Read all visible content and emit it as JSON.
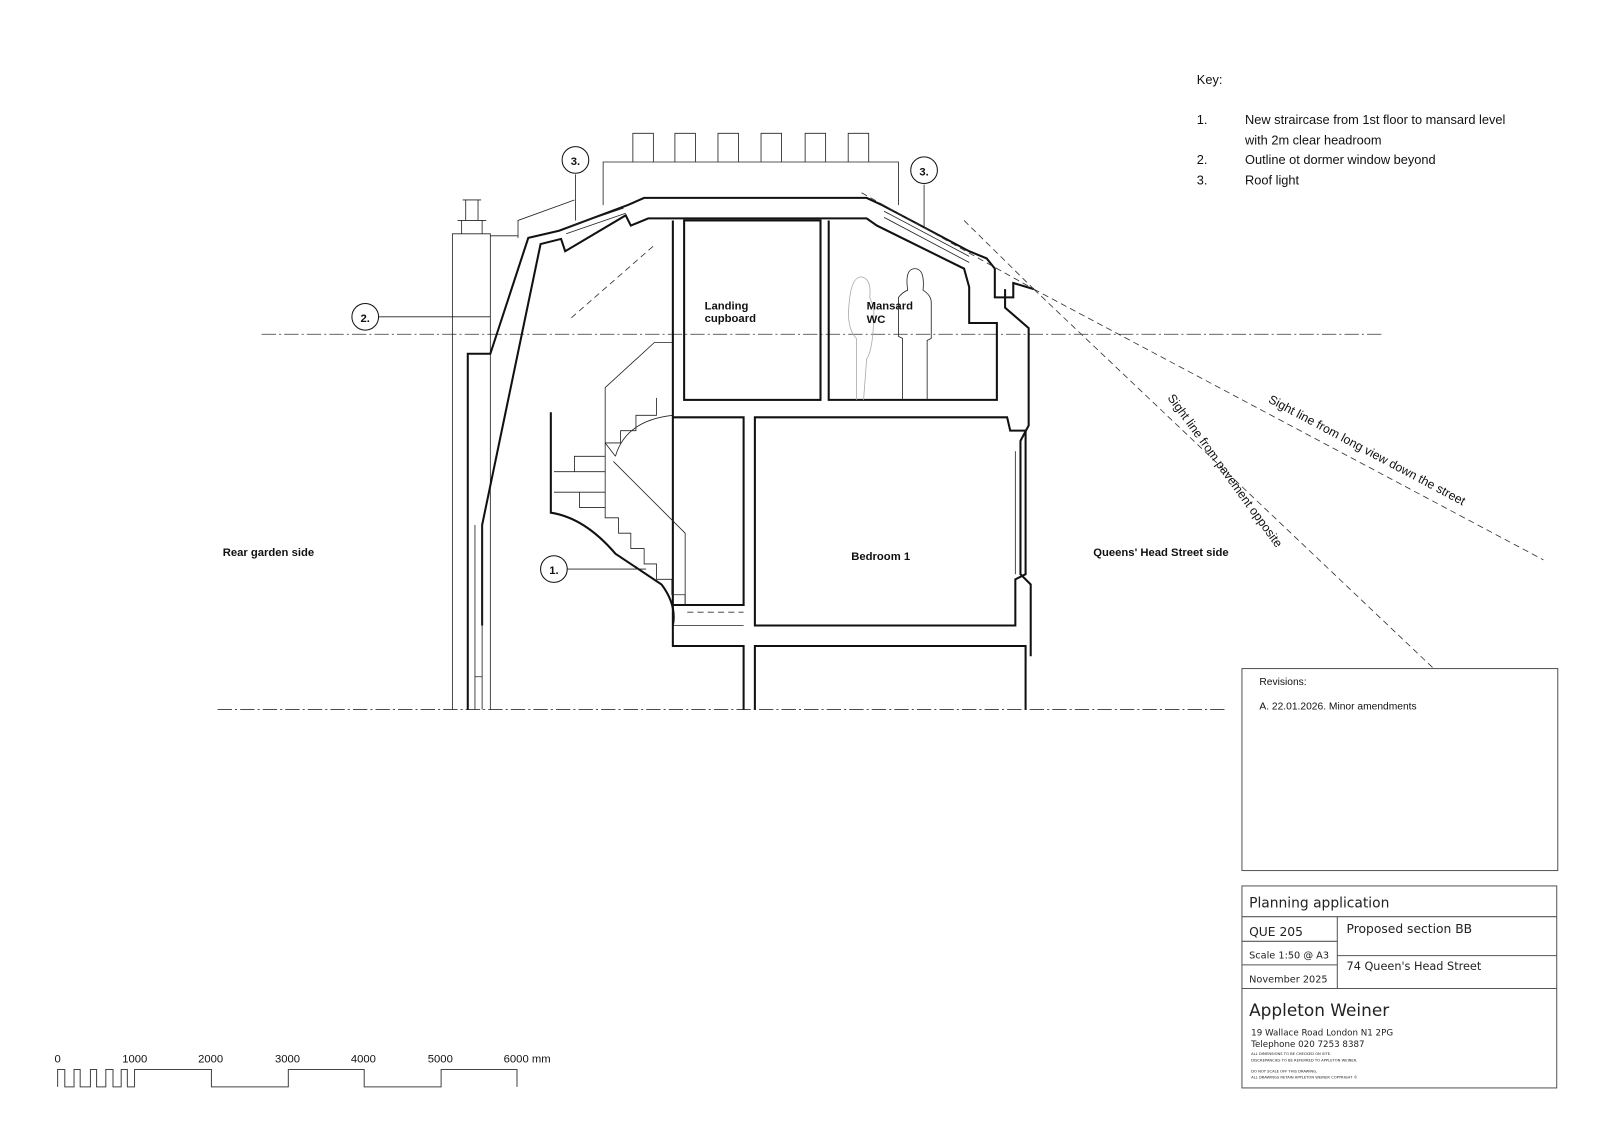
{
  "key": {
    "title": "Key:",
    "items": [
      {
        "num": "1.",
        "lines": [
          "New straircase from 1st floor to mansard level",
          "with 2m clear headroom"
        ]
      },
      {
        "num": "2.",
        "lines": [
          "Outline ot dormer window beyond"
        ]
      },
      {
        "num": "3.",
        "lines": [
          "Roof light"
        ]
      }
    ]
  },
  "drawing": {
    "callouts": [
      "3.",
      "3.",
      "2.",
      "1."
    ],
    "rooms": {
      "landing": [
        "Landing",
        "cupboard"
      ],
      "wc": [
        "Mansard",
        "WC"
      ],
      "bedroom": "Bedroom 1"
    },
    "sides": {
      "rear": "Rear garden side",
      "street": "Queens' Head Street side"
    },
    "sight_lines": {
      "long_view": "Sight line from long view down the street",
      "pavement": "Sight line from pavement opposite"
    }
  },
  "revisions": {
    "title": "Revisions:",
    "items": [
      "A. 22.01.2026. Minor amendments"
    ]
  },
  "title_block": {
    "status": "Planning application",
    "job_number": "QUE 205",
    "scale": "Scale 1:50 @ A3",
    "date": "November 2025",
    "drawing_title": "Proposed section BB",
    "address": "74 Queen's Head Street",
    "practice": "Appleton Weiner",
    "practice_address": "19 Wallace Road  London N1 2PG",
    "telephone": "Telephone 020 7253 8387",
    "notes": [
      "ALL DIMENSIONS TO BE CHECKED ON SITE.",
      "DISCREPANCIES TO BE REFERRED TO APPLETON WEINER.",
      "DO NOT SCALE OFF THIS DRAWING.",
      "ALL DRAWINGS RETAIN APPLETON WEINER COPYRIGHT ©"
    ]
  },
  "scale_bar": {
    "labels": [
      "0",
      "1000",
      "2000",
      "3000",
      "4000",
      "5000",
      "6000 mm"
    ]
  }
}
